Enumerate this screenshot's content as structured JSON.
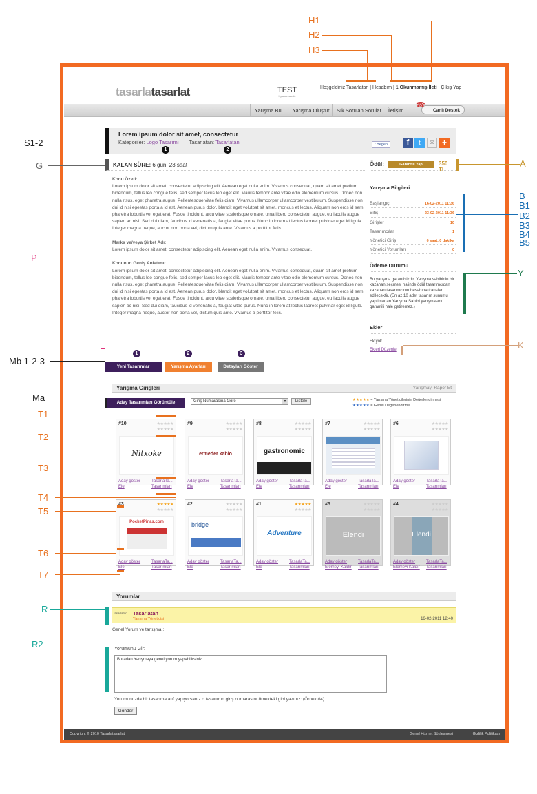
{
  "labels": {
    "h1": "H1",
    "h2": "H2",
    "h3": "H3",
    "s12": "S1-2",
    "g": "G",
    "p": "P",
    "mb": "Mb 1-2-3",
    "ma": "Ma",
    "t1": "T1",
    "t2": "T2",
    "t3": "T3",
    "t4": "T4",
    "t5": "T5",
    "t6": "T6",
    "t7": "T7",
    "r": "R",
    "r2": "R2",
    "a": "A",
    "b": "B",
    "b1": "B1",
    "b2": "B2",
    "b3": "B3",
    "b4": "B4",
    "b5": "B5",
    "y": "Y",
    "k": "K"
  },
  "header": {
    "logo_a": "tasarla",
    "logo_b": "tasarlat",
    "test": "TEST",
    "test_sub": "Kyansecalede",
    "welcome": "Hoşgeldiniz",
    "link1": "Tasarlatan",
    "sep1": " | ",
    "link2": "Hesabım",
    "sep2": " | ",
    "link3": "1 Okunmamış İleti",
    "sep3": " | ",
    "link4": "Çıkış Yap"
  },
  "nav": {
    "items": [
      "Yarışma Bul",
      "Yarışma Oluştur",
      "Sık Sorulan Sorular",
      "İletişim"
    ],
    "live": "Canlı Destek"
  },
  "title_box": {
    "title": "Lorem ipsum dolor sit amet, consectetur",
    "kat_label": "Kategoriler:",
    "kat_link": "Logo Tasarımı",
    "tas_label": "Tasarlatan:",
    "tas_link": "Tasarlatan",
    "like": "Beğen",
    "n1": "1",
    "n2": "2"
  },
  "remaining": {
    "label": "KALAN SÜRE:",
    "value": "6 gün, 23 saat"
  },
  "reward": {
    "label": "Ödül:",
    "badge": "Garantili Yap",
    "amount": "350 TL"
  },
  "konu": {
    "h1": "Konu Özeti:",
    "p1": "Lorem ipsum dolor sit amet, consectetur adipiscing elit. Aenean eget nulla enim. Vivamus consequat, quam sit amet pretium bibendum, tellus leo congue felis, sed semper lacus leo eget elit. Mauris tempor ante vitae odio elementum cursus. Donec non nulla risus, eget pharetra augue. Pellentesque vitae felis diam. Vivamus ullamcorper ullamcorper vestibulum. Suspendisse non dui id nisi egestas porta a id est. Aenean purus dolor, blandit eget volutpat sit amet, rhoncus et lectus. Aliquam non eros id sem pharetra lobortis vel eget erat. Fusce tincidunt, arcu vitae scelerisque ornare, urna libero consectetur augue, eu iaculis augue sapien ac nisi. Sed dui diam, faucibus id venenatis a, feugiat vitae purus. Nunc in lorem at lectus laoreet pulvinar eget id ligula. Integer magna neque, auctor non porta vel, dictum quis ante. Vivamus a porttitor felis.",
    "h2": "Marka ve/veya Şirket Adı:",
    "p2": "Lorem ipsum dolor sit amet, consectetur adipiscing elit. Aenean eget nulla enim. Vivamus consequat,",
    "h3": "Konunun Geniş Anlatımı:",
    "p3": "Lorem ipsum dolor sit amet, consectetur adipiscing elit. Aenean eget nulla enim. Vivamus consequat, quam sit amet pretium bibendum, tellus leo congue felis, sed semper lacus leo eget elit. Mauris tempor ante vitae odio elementum cursus. Donec non nulla risus, eget pharetra augue. Pellentesque vitae felis diam. Vivamus ullamcorper ullamcorper vestibulum. Suspendisse non dui id nisi egestas porta a id est. Aenean purus dolor, blandit eget volutpat sit amet, rhoncus et lectus. Aliquam non eros id sem pharetra lobortis vel eget erat. Fusce tincidunt, arcu vitae scelerisque ornare, urna libero consectetur augue, eu iaculis augue sapien ac nisi. Sed dui diam, faucibus id venenatis a, feugiat vitae purus. Nunc in lorem at lectus laoreet pulvinar eget id ligula. Integer magna neque, auctor non porta vel, dictum quis ante. Vivamus a porttitor felis."
  },
  "info": {
    "title": "Yarışma Bilgileri",
    "rows": [
      {
        "k": "Başlangıç",
        "v": "16-02-2011 11:36"
      },
      {
        "k": "Bitiş",
        "v": "23-02-2011 11:36"
      },
      {
        "k": "Girişler",
        "v": "10"
      },
      {
        "k": "Tasarımcılar",
        "v": "1"
      },
      {
        "k": "Yönetici Giriş",
        "v": "0 saat, 0 dakika"
      },
      {
        "k": "Yönetici Yorumları",
        "v": "0"
      }
    ],
    "pay_title": "Ödeme Durumu",
    "pay_text": "Bu yarışma garantisizdir. Yarışma sahibinin bir kazanan seçmesi halinde ödül tasarımcıdan kazanan tasarımcının hesabına transfer edilecektir. (En az 10 adet tasarım sunumu yapılmadan Yarışma Sahibi yarışmasını garantili hale getiremez.)",
    "ek_title": "Ekler",
    "ek_none": "Ek yok",
    "ek_link": "Ekleri Düzenle"
  },
  "actions": {
    "b1": "Yeni Tasarımlar",
    "b2": "Yarışma Ayarları",
    "b3": "Detayları Göster",
    "n1": "1",
    "n2": "2",
    "n3": "3"
  },
  "entries": {
    "title": "Yarışma Girişleri",
    "report": "Yarışmayı Rapor Et",
    "show_btn": "Aday Tasarımları Görüntüle",
    "sort": "Giriş Numarasına Göre",
    "list_btn": "Listele",
    "legend1": "= Yarışma Yöneticilerinin Değerlendirmesi",
    "legend2": "= Genel Değerlendirme",
    "cards": [
      {
        "n": "#10",
        "a": "Aday göster",
        "a2": "Ele",
        "b": "TasarlaTa...",
        "b2": "Tasarımları",
        "img": "Nitxoke"
      },
      {
        "n": "#9",
        "a": "Aday göster",
        "a2": "Ele",
        "b": "TasarlaTa...",
        "b2": "Tasarımları",
        "img": "ermeder kablo"
      },
      {
        "n": "#8",
        "a": "Aday göster",
        "a2": "Ele",
        "b": "TasarlaTa...",
        "b2": "Tasarımları",
        "img": "gastronomic"
      },
      {
        "n": "#7",
        "a": "Aday göster",
        "a2": "Ele",
        "b": "TasarlaTa...",
        "b2": "Tasarımları",
        "img": ""
      },
      {
        "n": "#6",
        "a": "Aday göster",
        "a2": "Ele",
        "b": "TasarlaTa...",
        "b2": "Tasarımları",
        "img": ""
      },
      {
        "n": "#3",
        "a": "Aday göster",
        "a2": "Ele",
        "b": "TasarlaTa...",
        "b2": "Tasarımları",
        "img": "PocketPinas.com"
      },
      {
        "n": "#2",
        "a": "Aday göster",
        "a2": "Ele",
        "b": "TasarlaTa...",
        "b2": "Tasarımları",
        "img": "bridge"
      },
      {
        "n": "#1",
        "a": "Aday göster",
        "a2": "Ele",
        "b": "TasarlaTa...",
        "b2": "Tasarımları",
        "img": "Adventure"
      },
      {
        "n": "#5",
        "a": "Aday göster",
        "a2": "Elemeyi Kaldır",
        "b": "TasarlaTa...",
        "b2": "Tasarımları",
        "img": "Elendi"
      },
      {
        "n": "#4",
        "a": "Aday göster",
        "a2": "Elemeyi Kaldır",
        "b": "TasarlaTa...",
        "b2": "Tasarımları",
        "img": "Elendi"
      }
    ]
  },
  "comments": {
    "title": "Yorumlar",
    "author": "Tasarlatan",
    "role": "Yarışma Yöneticisi",
    "date": "16-02-2011 12:40",
    "avatar": "tasarlatan",
    "general": "Genel Yorum ve tartışma :",
    "enter": "Yorumunu Gir:",
    "placeholder": "Buradan Yarışmaya genel yorum yapabilirsiniz.",
    "hint": "Yorumunuzda bir tasarıma atıf yapıyorsanız o tasarımın giriş numarasını örnekteki gibi yazınız: (Örnek #4).",
    "send": "Gönder"
  },
  "footer": {
    "copy": "Copyright © 2010 Tasarlatasarlat",
    "l1": "Genel Hizmet Sözleşmesi",
    "l2": "Gizlilik Politikası"
  }
}
